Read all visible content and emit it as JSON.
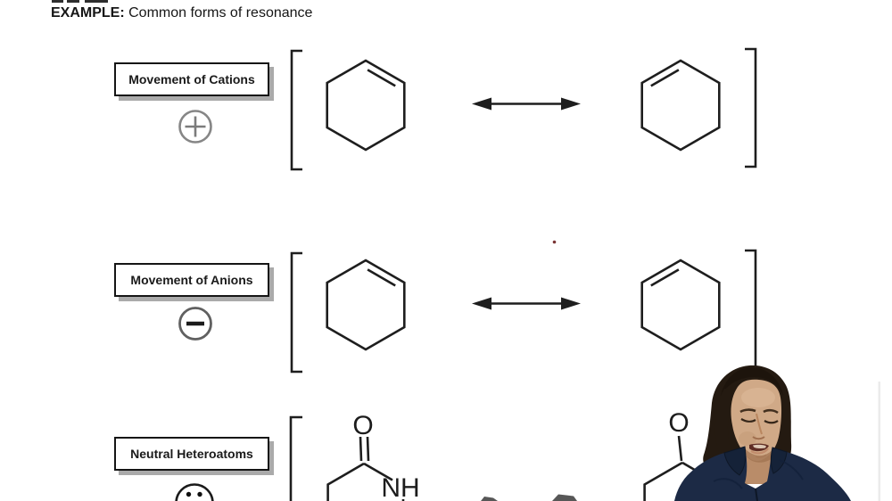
{
  "header": {
    "example_label": "EXAMPLE:",
    "title": "Common forms of resonance"
  },
  "rows": [
    {
      "label": "Movement of Cations",
      "symbol": "plus-in-circle"
    },
    {
      "label": "Movement of Anions",
      "symbol": "minus-in-circle"
    },
    {
      "label": "Neutral Heteroatoms",
      "symbol": "lone-pair-dots"
    }
  ],
  "atoms": {
    "carbonyl_o_left": "O",
    "amide_nh": "NH",
    "carbonyl_o_right": "O"
  },
  "colors": {
    "ink": "#1e1e1e",
    "box_border": "#151515",
    "box_shadow": "#aaaaaa",
    "symbol_gray": "#7b7b7b",
    "annotation_dot_red": "#7a3434",
    "presenter_shirt_navy": "#1c2a45",
    "presenter_hair": "#241a11",
    "presenter_skin": "#d0a987"
  }
}
